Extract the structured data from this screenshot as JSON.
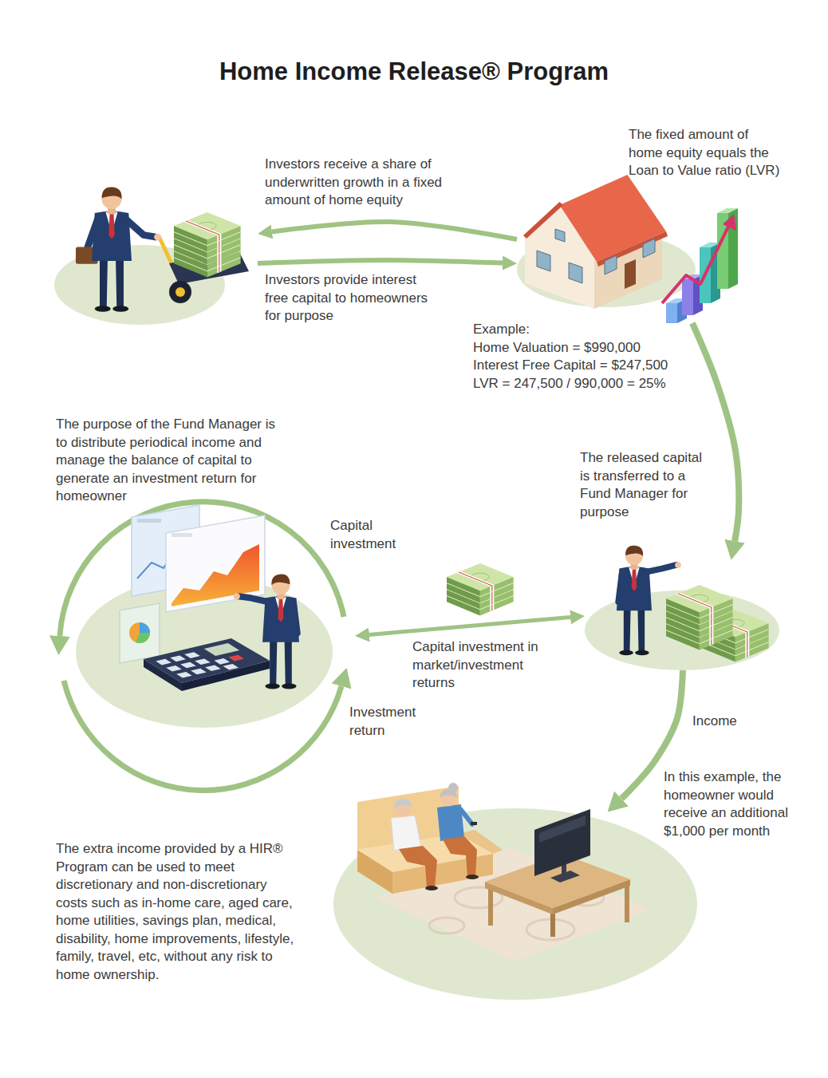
{
  "diagram": {
    "title": "Home Income Release® Program",
    "nodes": [
      {
        "text": []
      },
      {
        "text": [
          "The fixed amount of home equity equals the Loan to Value ratio (LVR)",
          "Example:",
          "Home Valuation = $990,000",
          "Interest Free Capital = $247,500",
          "LVR = 247,500 / 990,000 = 25%"
        ]
      },
      {
        "text": [
          "The released capital is transferred to a Fund Manager for purpose"
        ]
      },
      {
        "text": [
          "The purpose of the Fund Manager is to distribute periodical income and manage the balance of capital to generate an investment return for homeowner"
        ]
      },
      {
        "text": [
          "In this example, the homeowner would receive an additional $1,000 per month",
          "The extra income provided by a HIR® Program can be used to meet discretionary and non-discretionary costs such as in-home care, aged care, home utilities, savings plan, medical, disability, home improvements, lifestyle, family, travel, etc, without any risk to home ownership."
        ]
      }
    ],
    "edges": [
      {
        "from": 1,
        "to": 0,
        "label": "Investors receive a share of underwritten growth in a fixed amount of home equity",
        "arrow": "to"
      },
      {
        "from": 0,
        "to": 1,
        "label": "Investors provide interest free capital to homeowners for purpose",
        "arrow": "to"
      },
      {
        "from": 1,
        "to": 2,
        "arrow": "to"
      },
      {
        "from": 2,
        "to": 3,
        "label": "Capital investment in market/investment returns",
        "arrow": "both"
      },
      {
        "from": 2,
        "to": 4,
        "label": "Income",
        "arrow": "to"
      }
    ],
    "labels": [
      "Capital investment",
      "Investment return"
    ]
  }
}
